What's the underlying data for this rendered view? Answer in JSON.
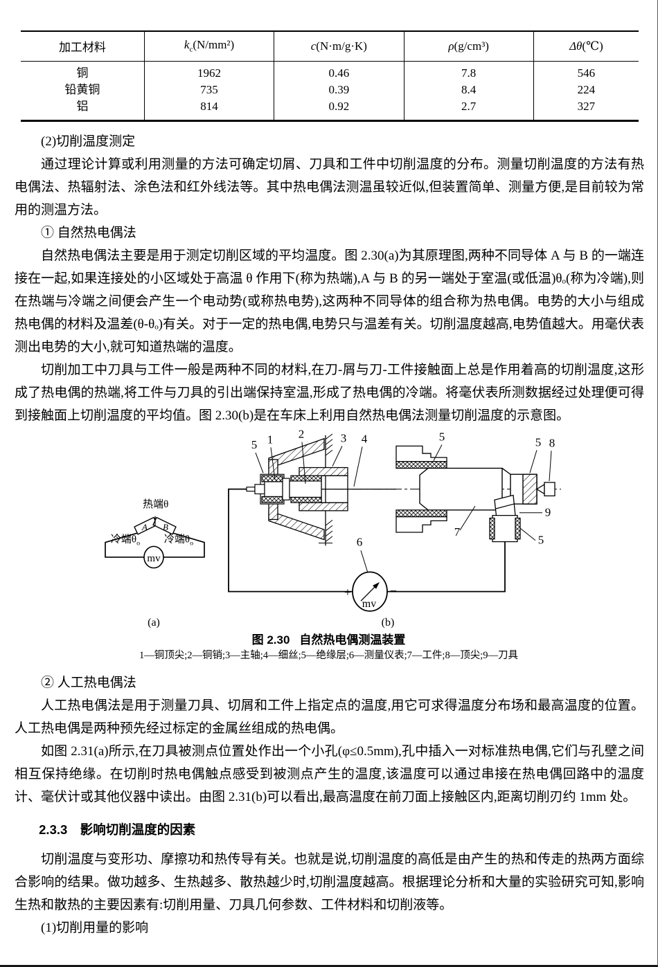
{
  "table": {
    "headers": [
      {
        "var": "加工材料",
        "sub": "",
        "unit": ""
      },
      {
        "var": "k",
        "sub": "c",
        "unit": "(N/mm²)"
      },
      {
        "var": "c",
        "sub": "",
        "unit": "(N·m/g·K)"
      },
      {
        "var": "ρ",
        "sub": "",
        "unit": "(g/cm³)"
      },
      {
        "var": "Δθ",
        "sub": "",
        "unit": "(℃)"
      }
    ],
    "rows": [
      [
        "铜",
        "1962",
        "0.46",
        "7.8",
        "546"
      ],
      [
        "铅黄铜",
        "735",
        "0.39",
        "8.4",
        "224"
      ],
      [
        "铝",
        "814",
        "0.92",
        "2.7",
        "327"
      ]
    ]
  },
  "content": {
    "s2_heading": "(2)切削温度测定",
    "p1": "通过理论计算或利用测量的方法可确定切屑、刀具和工件中切削温度的分布。测量切削温度的方法有热电偶法、热辐射法、涂色法和红外线法等。其中热电偶法测温虽较近似,但装置简单、测量方便,是目前较为常用的测温方法。",
    "h_natural": "① 自然热电偶法",
    "p2": "自然热电偶法主要是用于测定切削区域的平均温度。图 2.30(a)为其原理图,两种不同导体 A 与 B 的一端连接在一起,如果连接处的小区域处于高温 θ 作用下(称为热端),A 与 B 的另一端处于室温(或低温)θₒ(称为冷端),则在热端与冷端之间便会产生一个电动势(或称热电势),这两种不同导体的组合称为热电偶。电势的大小与组成热电偶的材料及温差(θ-θₒ)有关。对于一定的热电偶,电势只与温差有关。切削温度越高,电势值越大。用毫伏表测出电势的大小,就可知道热端的温度。",
    "p3": "切削加工中刀具与工件一般是两种不同的材料,在刀-屑与刀-工件接触面上总是作用着高的切削温度,这形成了热电偶的热端,将工件与刀具的引出端保持室温,形成了热电偶的冷端。将毫伏表所测数据经过处理便可得到接触面上切削温度的平均值。图 2.30(b)是在车床上利用自然热电偶法测量切削温度的示意图。",
    "h_artificial": "② 人工热电偶法",
    "p4": "人工热电偶法是用于测量刀具、切屑和工件上指定点的温度,用它可求得温度分布场和最高温度的位置。人工热电偶是两种预先经过标定的金属丝组成的热电偶。",
    "p5": "如图 2.31(a)所示,在刀具被测点位置处作出一个小孔(φ≤0.5mm),孔中插入一对标准热电偶,它们与孔壁之间相互保持绝缘。在切削时热电偶触点感受到被测点产生的温度,该温度可以通过串接在热电偶回路中的温度计、毫伏计或其他仪器中读出。由图 2.31(b)可以看出,最高温度在前刀面上接触区内,距离切削刃约 1mm 处。",
    "h_233": "2.3.3　影响切削温度的因素",
    "p6": "切削温度与变形功、摩擦功和热传导有关。也就是说,切削温度的高低是由产生的热和传走的热两方面综合影响的结果。做功越多、生热越多、散热越少时,切削温度越高。根据理论分析和大量的实验研究可知,影响生热和散热的主要因素有:切削用量、刀具几何参数、工件材料和切削液等。",
    "h_cutting": "(1)切削用量的影响"
  },
  "figure": {
    "caption_label": "图 2.30",
    "caption_title": "自然热电偶测温装置",
    "legend": "1—铜顶尖;2—铜销;3—主轴;4—细丝;5—绝缘层;6—测量仪表;7—工件;8—顶尖;9—刀具",
    "panel_a": {
      "label": "(a)",
      "hot_end": "热端θ",
      "cold_end": "冷端θ",
      "cold_sub": "o",
      "conductor_a": "A",
      "conductor_b": "B",
      "meter": "mv"
    },
    "panel_b": {
      "label": "(b)",
      "meter": "mv",
      "plus": "+",
      "minus": "−"
    },
    "callouts": {
      "c1": "1",
      "c2": "2",
      "c3": "3",
      "c4": "4",
      "c5": "5",
      "c6": "6",
      "c7": "7",
      "c8": "8",
      "c9": "9"
    }
  }
}
